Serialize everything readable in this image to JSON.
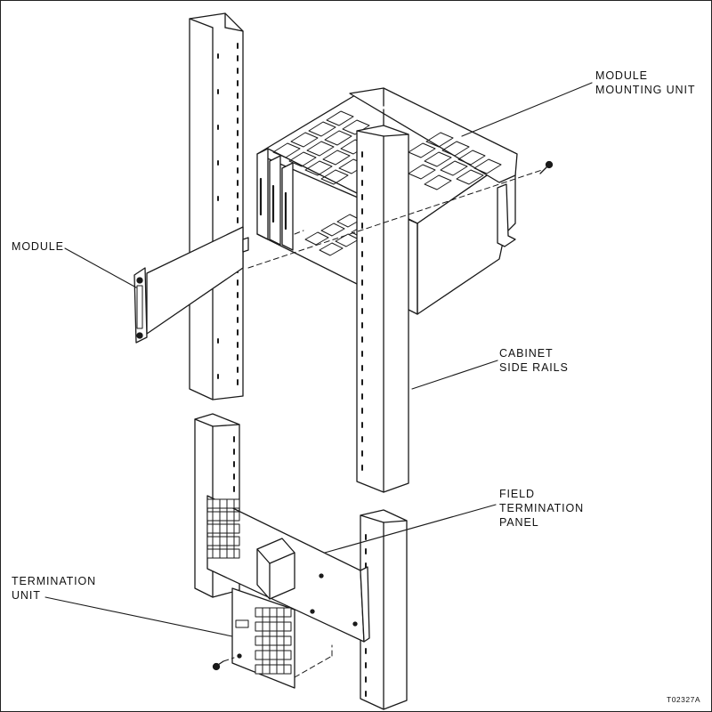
{
  "labels": {
    "module_mounting_unit": [
      "MODULE",
      "MOUNTING UNIT"
    ],
    "module": [
      "MODULE"
    ],
    "cabinet_side_rails": [
      "CABINET",
      "SIDE RAILS"
    ],
    "field_termination_panel": [
      "FIELD",
      "TERMINATION",
      "PANEL"
    ],
    "termination_unit": [
      "TERMINATION",
      "UNIT"
    ]
  },
  "figure_id": "T02327A"
}
